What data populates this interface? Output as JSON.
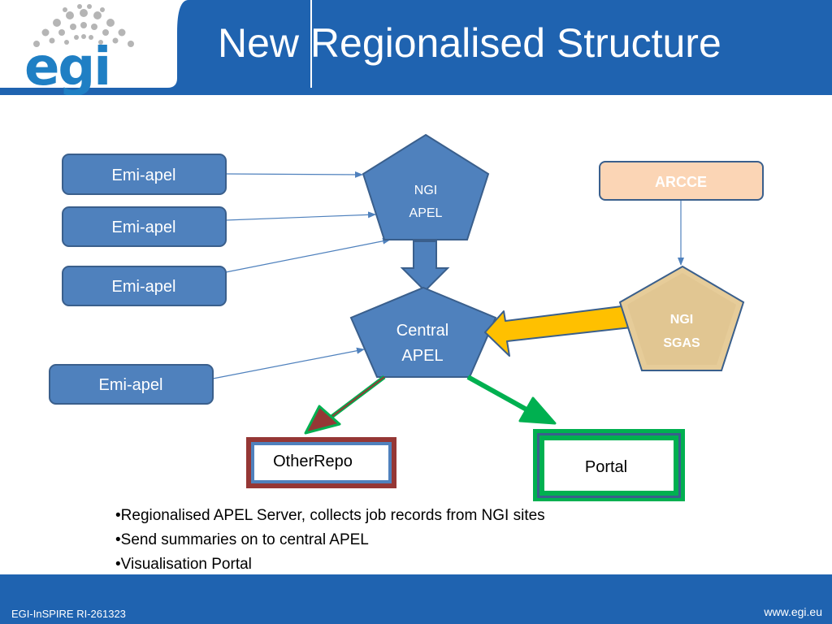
{
  "slide": {
    "title": "New Regionalised Structure",
    "logo_text": "egi",
    "colors": {
      "header_blue": "#1f63b0",
      "node_blue": "#4f81bd",
      "node_border": "#3a5f8c",
      "arcce_fill": "#fbd5b5",
      "arcce_border": "#3a5f8c",
      "sgas_fill": "#e6cc99",
      "yellow_arrow": "#ffc000",
      "green": "#00b050",
      "otherrepo_border": "#953735"
    }
  },
  "diagram": {
    "emi_apel_1": "Emi-apel",
    "emi_apel_2": "Emi-apel",
    "emi_apel_3": "Emi-apel",
    "emi_apel_4": "Emi-apel",
    "ngi_apel_line1": "NGI",
    "ngi_apel_line2": "APEL",
    "central_apel_line1": "Central",
    "central_apel_line2": "APEL",
    "arcce": "ARCCE",
    "ngi_sgas_line1": "NGI",
    "ngi_sgas_line2": "SGAS",
    "otherrepo": "OtherRepo",
    "portal": "Portal"
  },
  "bullets": [
    "•Regionalised APEL Server, collects job records from NGI sites",
    "•Send summaries on to central APEL",
    "•Visualisation Portal"
  ],
  "footer": {
    "left": "EGI-InSPIRE RI-261323",
    "right": "www.egi.eu"
  }
}
